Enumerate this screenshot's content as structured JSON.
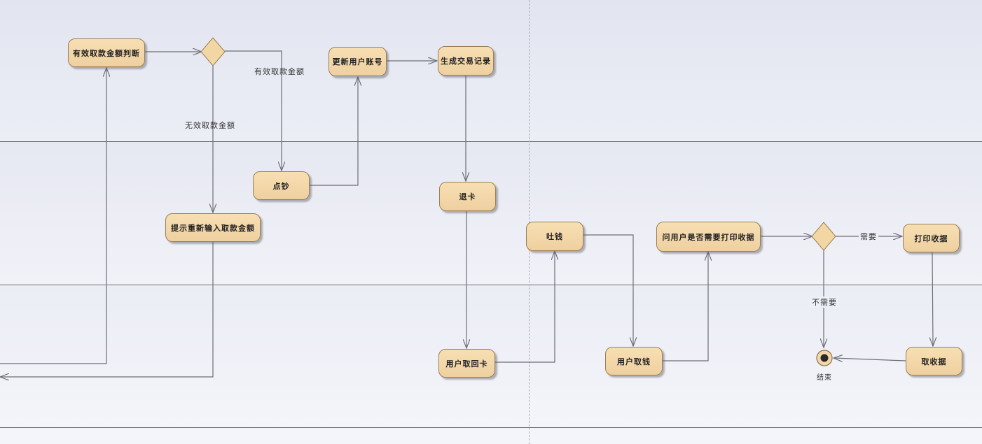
{
  "nodes": {
    "valid_check": "有效取款金额判断",
    "update_account": "更新用户账号",
    "create_record": "生成交易记录",
    "count_cash": "点钞",
    "reenter_prompt": "提示重新输入取款金额",
    "return_card": "退卡",
    "dispense_cash": "吐钱",
    "ask_receipt": "问用户是否需要打印收据",
    "print_receipt": "打印收据",
    "take_card": "用户取回卡",
    "take_cash": "用户取钱",
    "take_receipt": "取收据"
  },
  "edge_labels": {
    "valid_amount": "有效取款金额",
    "invalid_amount": "无效取款金额",
    "need": "需要",
    "no_need": "不需要"
  },
  "end_label": "结束",
  "colors": {
    "node_fill": "#f3d7a8",
    "node_border": "#9b7e55",
    "line": "#6e6e76",
    "lane_divider": "#6f6f78"
  }
}
